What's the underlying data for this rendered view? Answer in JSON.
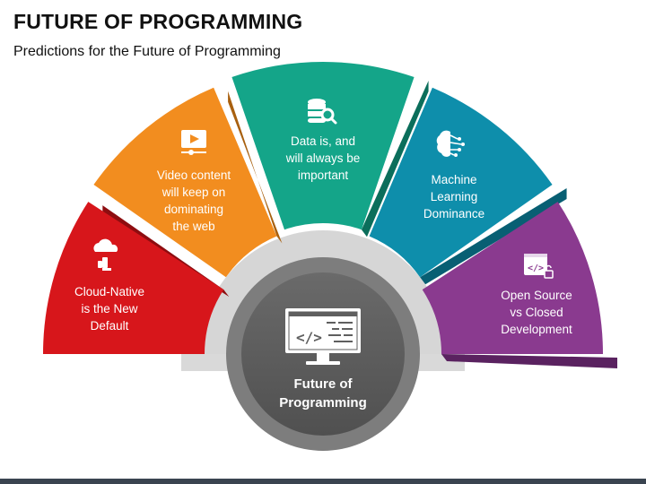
{
  "header": {
    "title": "FUTURE OF PROGRAMMING",
    "subtitle": "Predictions for the Future of Programming"
  },
  "center": {
    "label_line1": "Future of",
    "label_line2": "Programming",
    "icon": "monitor-code-icon"
  },
  "segments": [
    {
      "lines": [
        "Cloud-Native",
        "is the New",
        "Default"
      ],
      "icon": "cloud-hand-icon",
      "color": "#d7161b",
      "side_color": "#8e0d10"
    },
    {
      "lines": [
        "Video content",
        "will keep on",
        "dominating",
        "the web"
      ],
      "icon": "video-player-icon",
      "color": "#f28d1f",
      "side_color": "#a8600f"
    },
    {
      "lines": [
        "Data is, and",
        "will always be",
        "important"
      ],
      "icon": "database-search-icon",
      "color": "#14a589",
      "side_color": "#0b6e5b"
    },
    {
      "lines": [
        "Machine",
        "Learning",
        "Dominance"
      ],
      "icon": "brain-circuit-icon",
      "color": "#0e8eab",
      "side_color": "#085f73"
    },
    {
      "lines": [
        "Open Source",
        "vs Closed",
        "Development"
      ],
      "icon": "code-window-icon",
      "color": "#8a3a8f",
      "side_color": "#5a2260"
    }
  ],
  "colors": {
    "hub_outer": "#d6d6d6",
    "hub_ring": "#7f7f7f",
    "hub_inner": "#5f5f5f"
  }
}
